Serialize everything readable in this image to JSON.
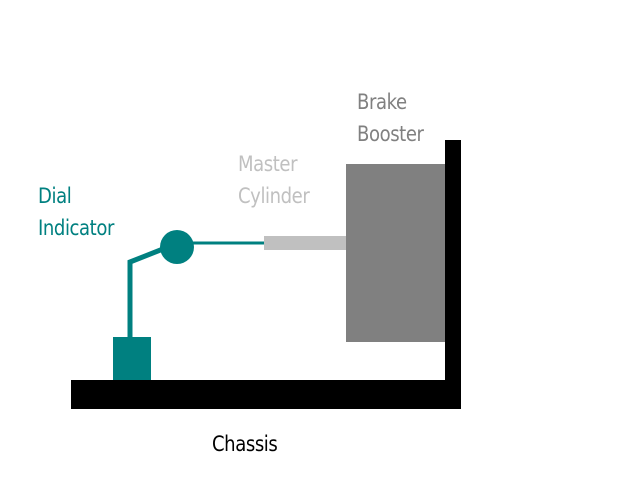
{
  "colors": {
    "background": "#ffffff",
    "chassis": "#000000",
    "brake_booster": "#808080",
    "master_cylinder": "#c0c0c0",
    "dial_indicator": "#008080"
  },
  "labels": {
    "dial_indicator": [
      "Dial",
      "Indicator"
    ],
    "master_cylinder": [
      "Master",
      "Cylinder"
    ],
    "brake_booster": [
      "Brake",
      "Booster"
    ],
    "chassis": "Chassis"
  }
}
